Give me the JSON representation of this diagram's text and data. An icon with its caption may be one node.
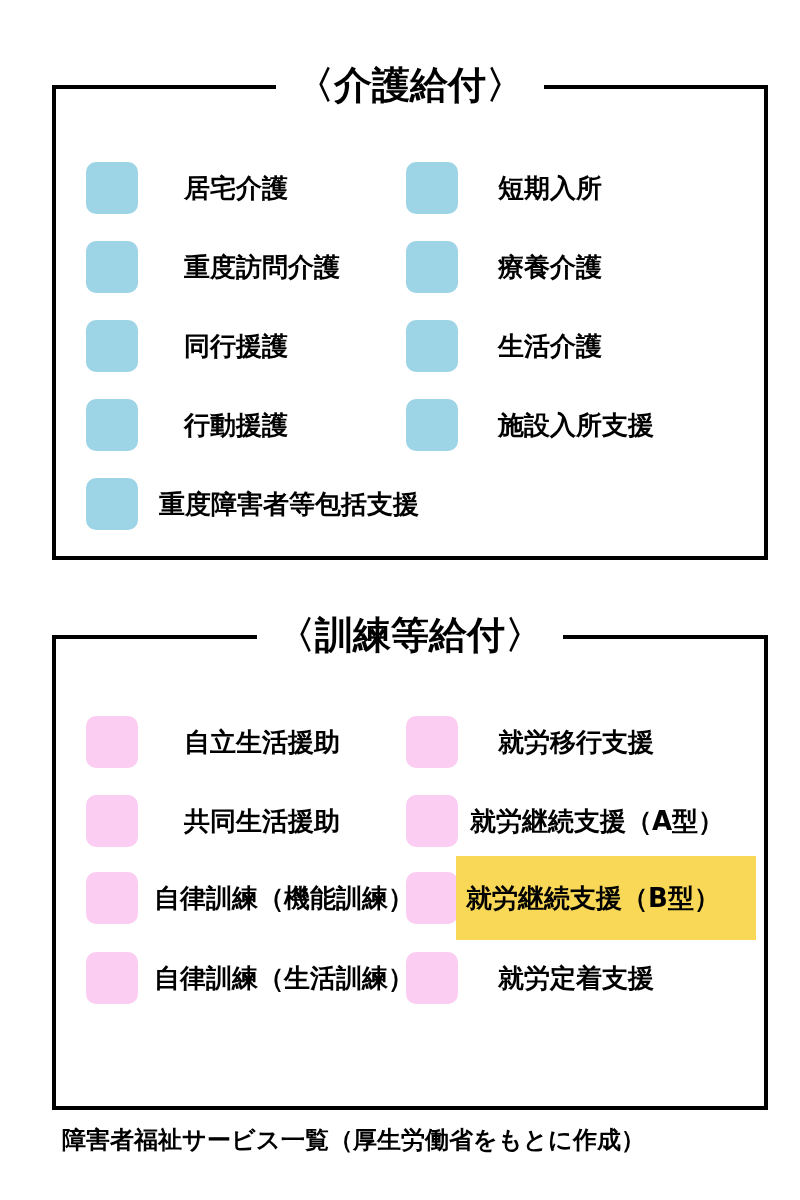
{
  "diagram": {
    "caption": "障害者福祉サービス一覧（厚生労働省をもとに作成）",
    "nodes": [
      {
        "text": [
          "〈介護給付〉"
        ]
      },
      {
        "text": [
          "居宅介護"
        ],
        "in": 0
      },
      {
        "text": [
          "短期入所"
        ],
        "in": 0
      },
      {
        "text": [
          "重度訪問介護"
        ],
        "in": 0
      },
      {
        "text": [
          "療養介護"
        ],
        "in": 0
      },
      {
        "text": [
          "同行援護"
        ],
        "in": 0
      },
      {
        "text": [
          "生活介護"
        ],
        "in": 0
      },
      {
        "text": [
          "行動援護"
        ],
        "in": 0
      },
      {
        "text": [
          "施設入所支援"
        ],
        "in": 0
      },
      {
        "text": [
          "重度障害者等包括支援"
        ],
        "in": 0
      },
      {
        "text": [
          "〈訓練等給付〉"
        ]
      },
      {
        "text": [
          "自立生活援助"
        ],
        "in": 10
      },
      {
        "text": [
          "就労移行支援"
        ],
        "in": 10
      },
      {
        "text": [
          "共同生活援助"
        ],
        "in": 10
      },
      {
        "text": [
          "就労継続支援（A型）"
        ],
        "in": 10
      },
      {
        "text": [
          "自律訓練（機能訓練）"
        ],
        "in": 10
      },
      {
        "text": [
          "就労継続支援（B型）"
        ],
        "in": 10
      },
      {
        "text": [
          "自律訓練（生活訓練）"
        ],
        "in": 10
      },
      {
        "text": [
          "就労定着支援"
        ],
        "in": 10
      }
    ]
  }
}
